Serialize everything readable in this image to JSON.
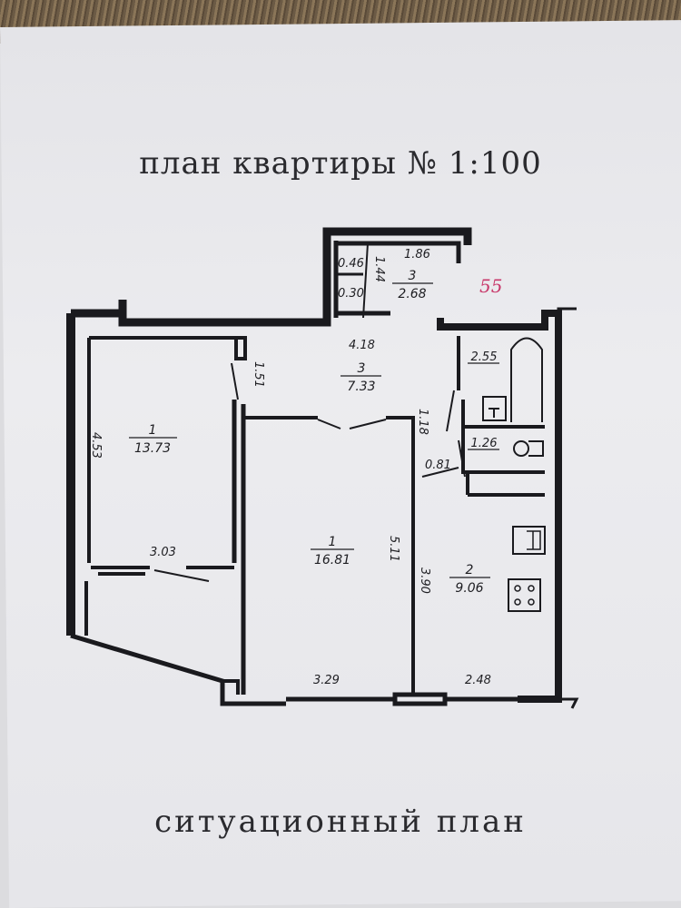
{
  "header": {
    "title": "план квартиры № 1:100"
  },
  "footer": {
    "title": "ситуационный план"
  },
  "annotation": {
    "apartment_number": "55"
  },
  "rooms": [
    {
      "type": "1",
      "area": "13.73"
    },
    {
      "type": "1",
      "area": "16.81"
    },
    {
      "type": "2",
      "area": "9.06"
    },
    {
      "type": "3",
      "area": "7.33"
    },
    {
      "type": "3",
      "area": "2.68"
    },
    {
      "bath_area": "2.55"
    },
    {
      "wc_area": "1.26"
    }
  ],
  "dimensions": {
    "closet_a": "0.46",
    "closet_b": "0.30",
    "closet_len": "1.44",
    "hall_top": "1.86",
    "hall_width": "4.18",
    "door_side": "1.51",
    "corridor": "1.18",
    "corridor_w": "0.81",
    "room1_len": "4.53",
    "room1_width": "3.03",
    "room2_len": "5.11",
    "room2_width": "3.29",
    "kitchen_len": "3.90",
    "kitchen_width": "2.48"
  }
}
